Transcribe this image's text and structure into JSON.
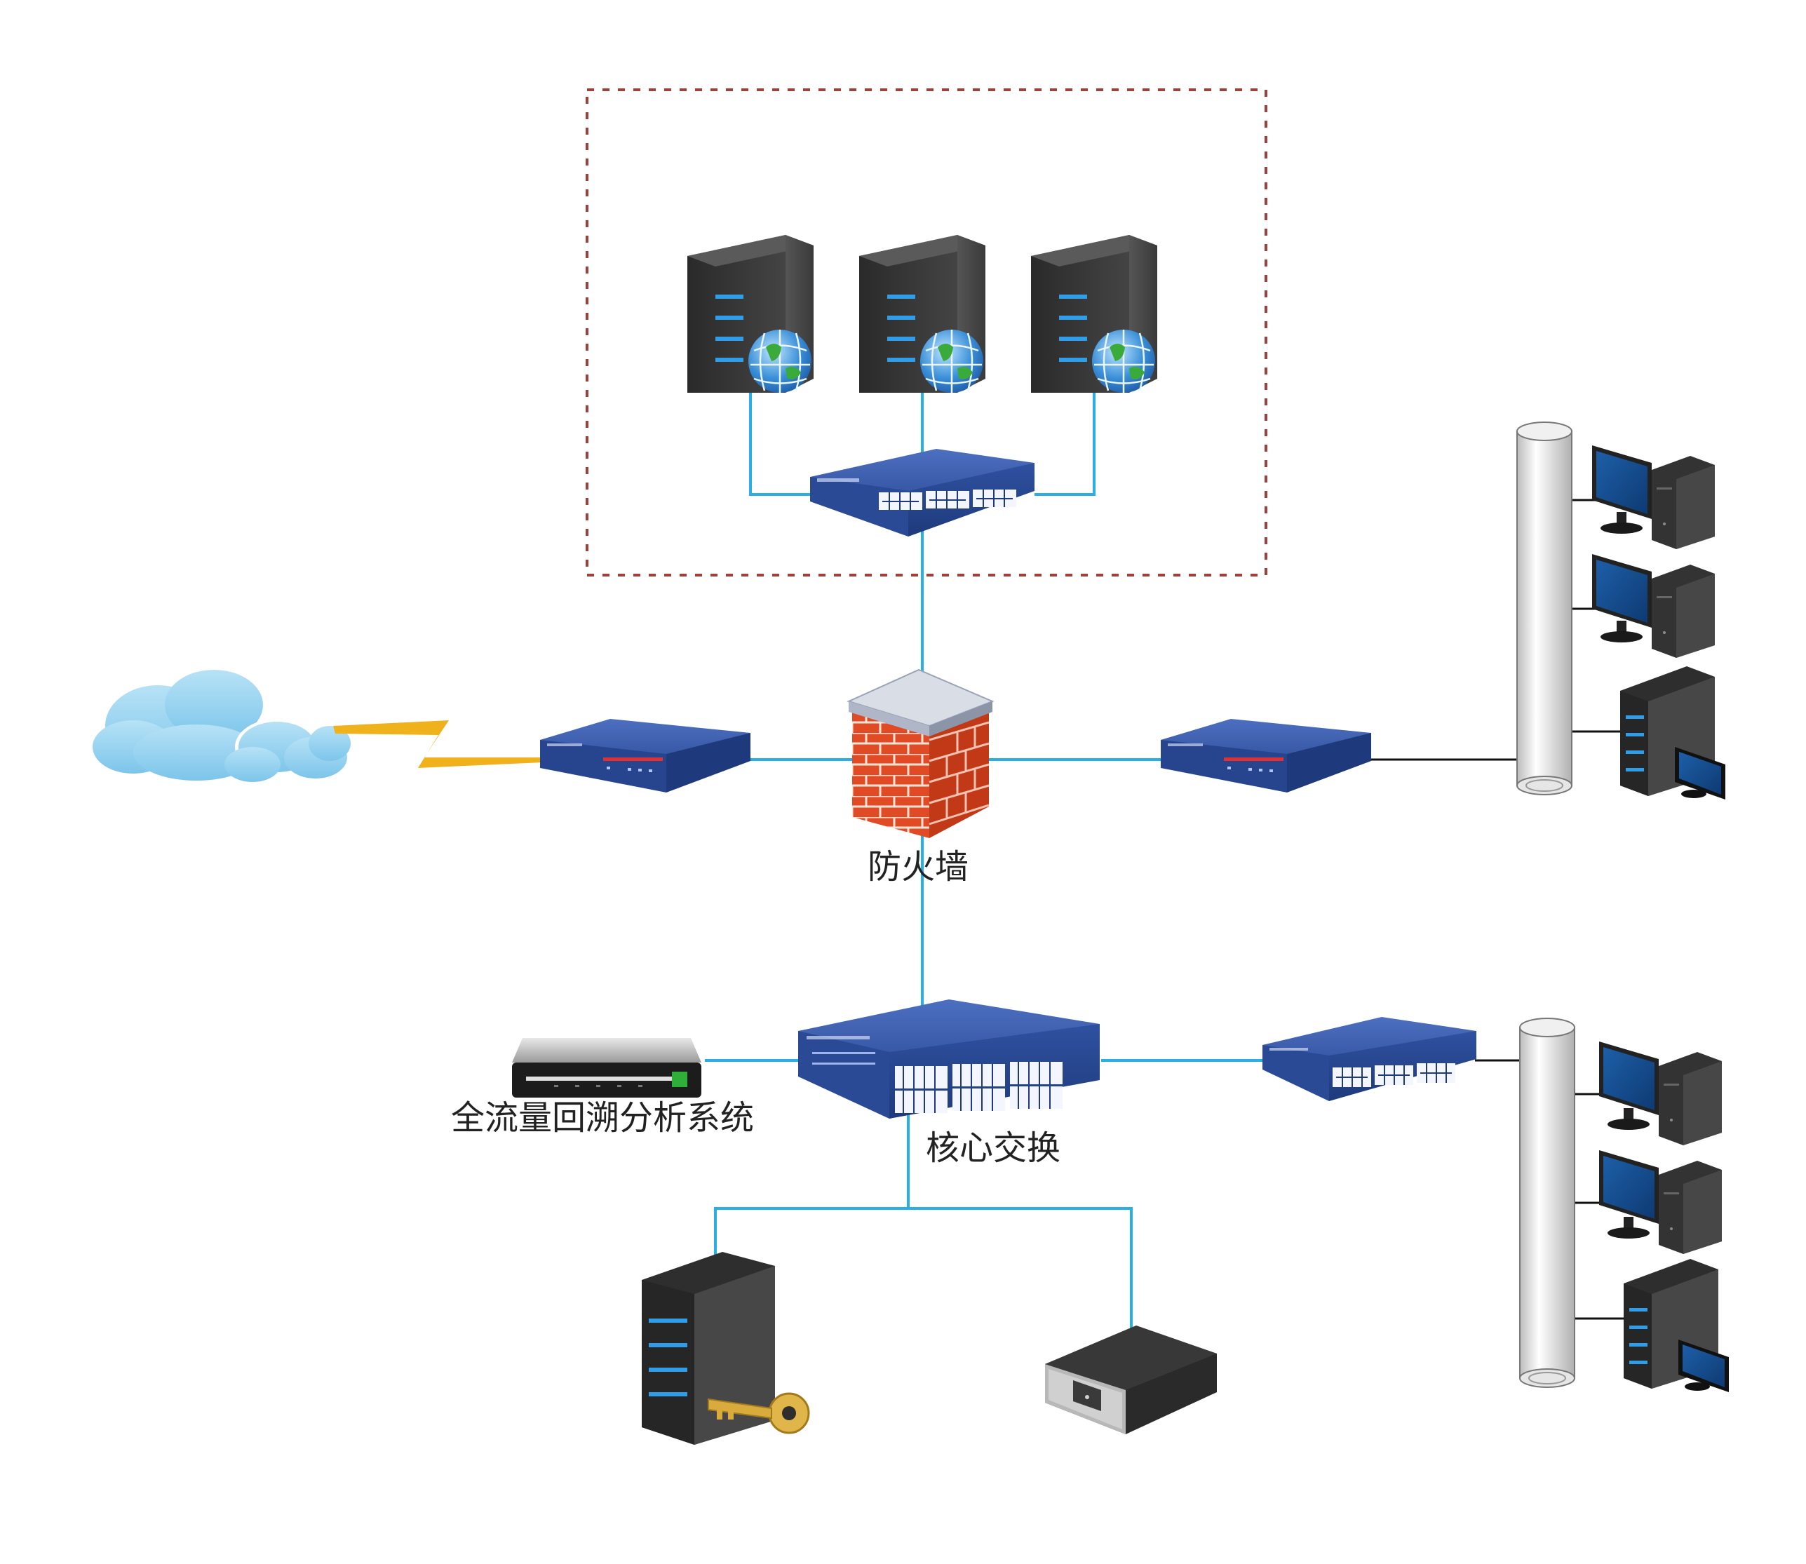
{
  "diagram": {
    "labels": {
      "firewall": "防火墙",
      "traffic_analysis": "全流量回溯分析系统",
      "core_switch": "核心交换"
    },
    "colors": {
      "link": "#29aee6",
      "link_dark": "#111111",
      "dmz_border": "#a0403a",
      "switch_blue": "#2c4d98",
      "server_dark": "#333333",
      "lightning": "#f0b21c",
      "cloud": "#8fd0ee"
    },
    "icons": [
      "cloud-icon",
      "lightning-icon",
      "router-icon",
      "firewall-icon",
      "server-globe-icon",
      "switch-icon",
      "pipe-icon",
      "desktop-pc-icon",
      "tower-pc-icon",
      "appliance-icon",
      "key-server-icon",
      "storage-device-icon"
    ]
  }
}
